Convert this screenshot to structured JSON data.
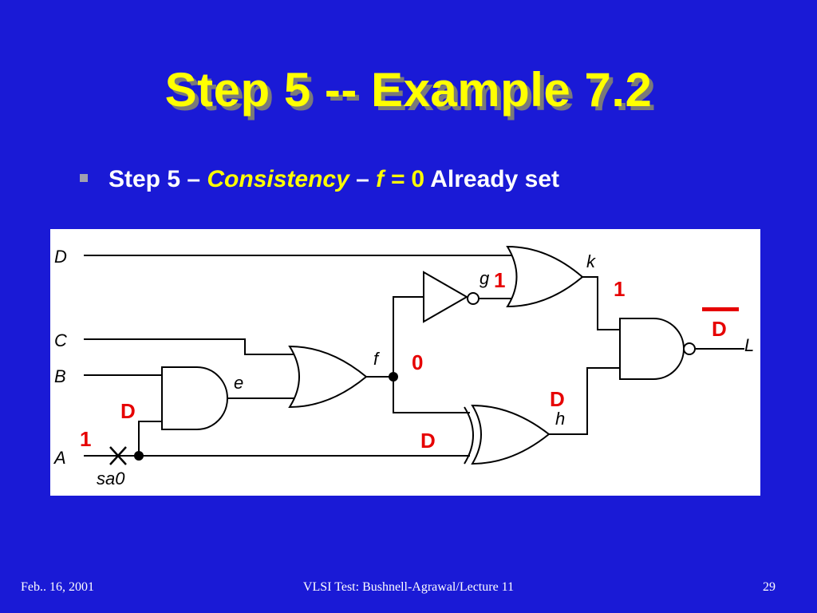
{
  "slide": {
    "title": "Step 5 -- Example 7.2",
    "bullet": {
      "prefix": "Step 5 – ",
      "keyword": "Consistency",
      "dash": " – ",
      "var": "f =",
      "value": " 0",
      "suffix": " Already set"
    },
    "footer": {
      "left": "Feb.. 16, 2001",
      "center": "VLSI Test: Bushnell-Agrawal/Lecture 11",
      "right": "29"
    }
  },
  "circuit": {
    "signals": {
      "D": "D",
      "C": "C",
      "B": "B",
      "A": "A",
      "e": "e",
      "f": "f",
      "g": "g",
      "h": "h",
      "k": "k",
      "L": "L",
      "fault": "sa0"
    },
    "values": {
      "A_input": "1",
      "A_fault_effect": "D",
      "f": "0",
      "g": "1",
      "k": "1",
      "h": "D",
      "xor_input": "D",
      "L": "D"
    },
    "colors": {
      "value_color": "#e60000",
      "wire_color": "#000000"
    }
  }
}
